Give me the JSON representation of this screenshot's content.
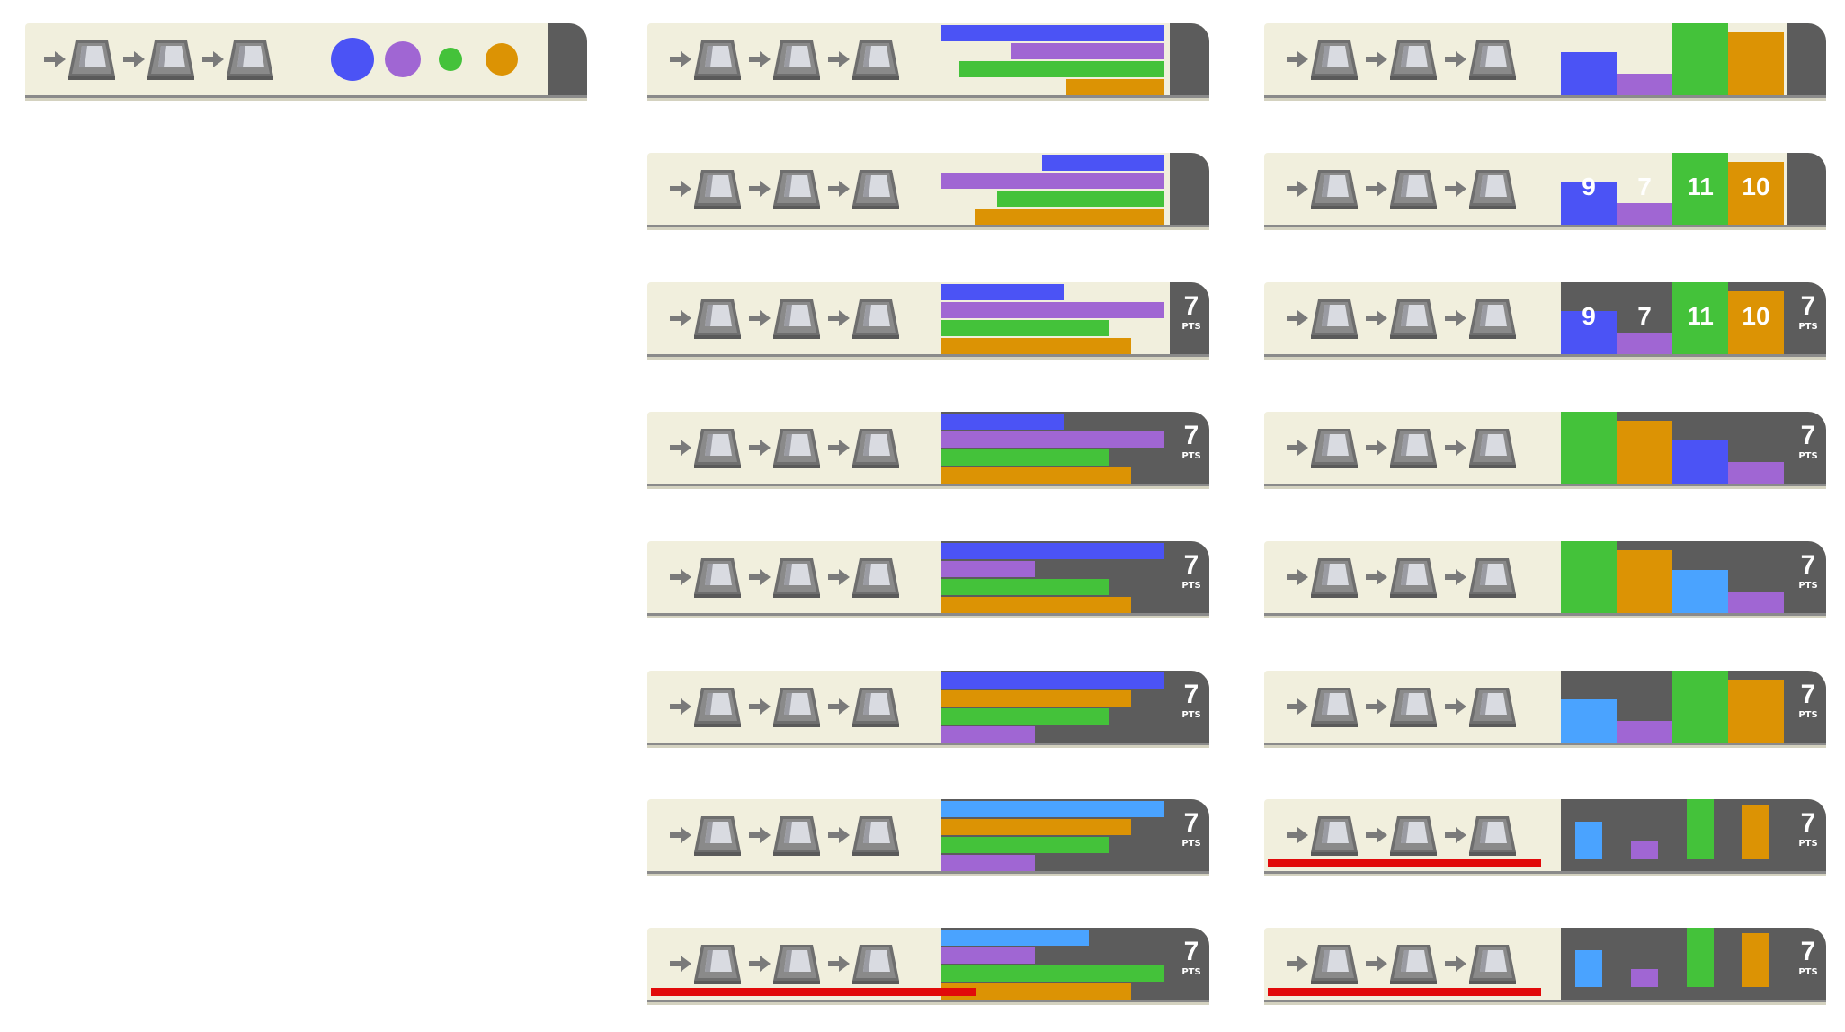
{
  "colors": {
    "panel": "#f1efdd",
    "dark": "#5c5c5c",
    "blue": "#4b53f5",
    "light_blue": "#4aa3ff",
    "purple": "#a066d3",
    "green": "#44c23a",
    "orange": "#dc9304",
    "red": "#e10a0a",
    "arrow": "#7a7a7a",
    "machine": "#8a8a8a"
  },
  "pts_label": "7",
  "pts_unit": "PTS",
  "col_numbers": [
    "9",
    "7",
    "11",
    "10"
  ],
  "cards": [
    {
      "id": "legend",
      "kind": "legend",
      "dots": [
        "blue",
        "purple",
        "green",
        "orange"
      ]
    },
    {
      "id": "m1",
      "kind": "hbars",
      "bars": [
        {
          "c": "blue",
          "v": 1.0
        },
        {
          "c": "purple",
          "v": 0.69
        },
        {
          "c": "green",
          "v": 0.92
        },
        {
          "c": "orange",
          "v": 0.44
        }
      ],
      "dark_right": true
    },
    {
      "id": "m2",
      "kind": "hbars",
      "bars": [
        {
          "c": "blue",
          "v": 0.55
        },
        {
          "c": "purple",
          "v": 1.0
        },
        {
          "c": "green",
          "v": 0.75
        },
        {
          "c": "orange",
          "v": 0.85
        }
      ],
      "dark_right": true
    },
    {
      "id": "m3",
      "kind": "hbars",
      "bars": [
        {
          "c": "blue",
          "v": 0.55
        },
        {
          "c": "purple",
          "v": 1.0
        },
        {
          "c": "green",
          "v": 0.75
        },
        {
          "c": "orange",
          "v": 0.85
        }
      ],
      "pts": true
    },
    {
      "id": "m4",
      "kind": "hbars",
      "bars": [
        {
          "c": "blue",
          "v": 0.55
        },
        {
          "c": "purple",
          "v": 1.0
        },
        {
          "c": "green",
          "v": 0.75
        },
        {
          "c": "orange",
          "v": 0.85
        }
      ],
      "pts": true,
      "dark_bg": true
    },
    {
      "id": "m5",
      "kind": "hbars",
      "bars": [
        {
          "c": "blue",
          "v": 1.0
        },
        {
          "c": "purple",
          "v": 0.42
        },
        {
          "c": "green",
          "v": 0.75
        },
        {
          "c": "orange",
          "v": 0.85
        }
      ],
      "pts": true,
      "dark_bg": true
    },
    {
      "id": "m6",
      "kind": "hbars",
      "bars": [
        {
          "c": "blue",
          "v": 1.0
        },
        {
          "c": "orange",
          "v": 0.85
        },
        {
          "c": "green",
          "v": 0.75
        },
        {
          "c": "purple",
          "v": 0.42
        }
      ],
      "pts": true,
      "dark_bg": true
    },
    {
      "id": "m7",
      "kind": "hbars",
      "bars": [
        {
          "c": "light_blue",
          "v": 1.0
        },
        {
          "c": "orange",
          "v": 0.85
        },
        {
          "c": "green",
          "v": 0.75
        },
        {
          "c": "purple",
          "v": 0.42
        }
      ],
      "pts": true,
      "dark_bg": true
    },
    {
      "id": "m8",
      "kind": "hbars",
      "bars": [
        {
          "c": "light_blue",
          "v": 0.66
        },
        {
          "c": "purple",
          "v": 0.42
        },
        {
          "c": "green",
          "v": 1.0
        },
        {
          "c": "orange",
          "v": 0.85
        }
      ],
      "pts": true,
      "dark_bg": true,
      "red": 0.63
    },
    {
      "id": "r1",
      "kind": "cols",
      "cols": [
        {
          "c": "blue",
          "v": 0.6
        },
        {
          "c": "purple",
          "v": 0.3
        },
        {
          "c": "green",
          "v": 1.0
        },
        {
          "c": "orange",
          "v": 0.87
        }
      ],
      "dark_right": true
    },
    {
      "id": "r2",
      "kind": "cols",
      "cols": [
        {
          "c": "blue",
          "v": 0.6
        },
        {
          "c": "purple",
          "v": 0.3
        },
        {
          "c": "green",
          "v": 1.0
        },
        {
          "c": "orange",
          "v": 0.87
        }
      ],
      "dark_right": true,
      "numbers": true
    },
    {
      "id": "r3",
      "kind": "cols",
      "cols": [
        {
          "c": "blue",
          "v": 0.6
        },
        {
          "c": "purple",
          "v": 0.3
        },
        {
          "c": "green",
          "v": 1.0
        },
        {
          "c": "orange",
          "v": 0.87
        }
      ],
      "pts": true,
      "dark_bg": true,
      "numbers": true
    },
    {
      "id": "r4",
      "kind": "cols",
      "cols": [
        {
          "c": "green",
          "v": 1.0
        },
        {
          "c": "orange",
          "v": 0.87
        },
        {
          "c": "blue",
          "v": 0.6
        },
        {
          "c": "purple",
          "v": 0.3
        }
      ],
      "pts": true,
      "dark_bg": true
    },
    {
      "id": "r5",
      "kind": "cols",
      "cols": [
        {
          "c": "green",
          "v": 1.0
        },
        {
          "c": "orange",
          "v": 0.87
        },
        {
          "c": "light_blue",
          "v": 0.6
        },
        {
          "c": "purple",
          "v": 0.3
        }
      ],
      "pts": true,
      "dark_bg": true
    },
    {
      "id": "r6",
      "kind": "cols",
      "cols": [
        {
          "c": "light_blue",
          "v": 0.6
        },
        {
          "c": "purple",
          "v": 0.3
        },
        {
          "c": "green",
          "v": 1.0
        },
        {
          "c": "orange",
          "v": 0.87
        }
      ],
      "pts": true,
      "dark_bg": true
    },
    {
      "id": "r7",
      "kind": "cols",
      "cols": [
        {
          "c": "light_blue",
          "v": 0.6
        },
        {
          "c": "purple",
          "v": 0.3
        },
        {
          "c": "green",
          "v": 1.0
        },
        {
          "c": "orange",
          "v": 0.87
        }
      ],
      "pts": true,
      "dark_bg": true,
      "thin": true,
      "red": 0.9
    },
    {
      "id": "r8",
      "kind": "cols",
      "cols": [
        {
          "c": "light_blue",
          "v": 0.6
        },
        {
          "c": "purple",
          "v": 0.3
        },
        {
          "c": "green",
          "v": 1.0
        },
        {
          "c": "orange",
          "v": 0.87
        }
      ],
      "pts": true,
      "dark_bg": true,
      "thin": true,
      "red": 0.9
    }
  ]
}
